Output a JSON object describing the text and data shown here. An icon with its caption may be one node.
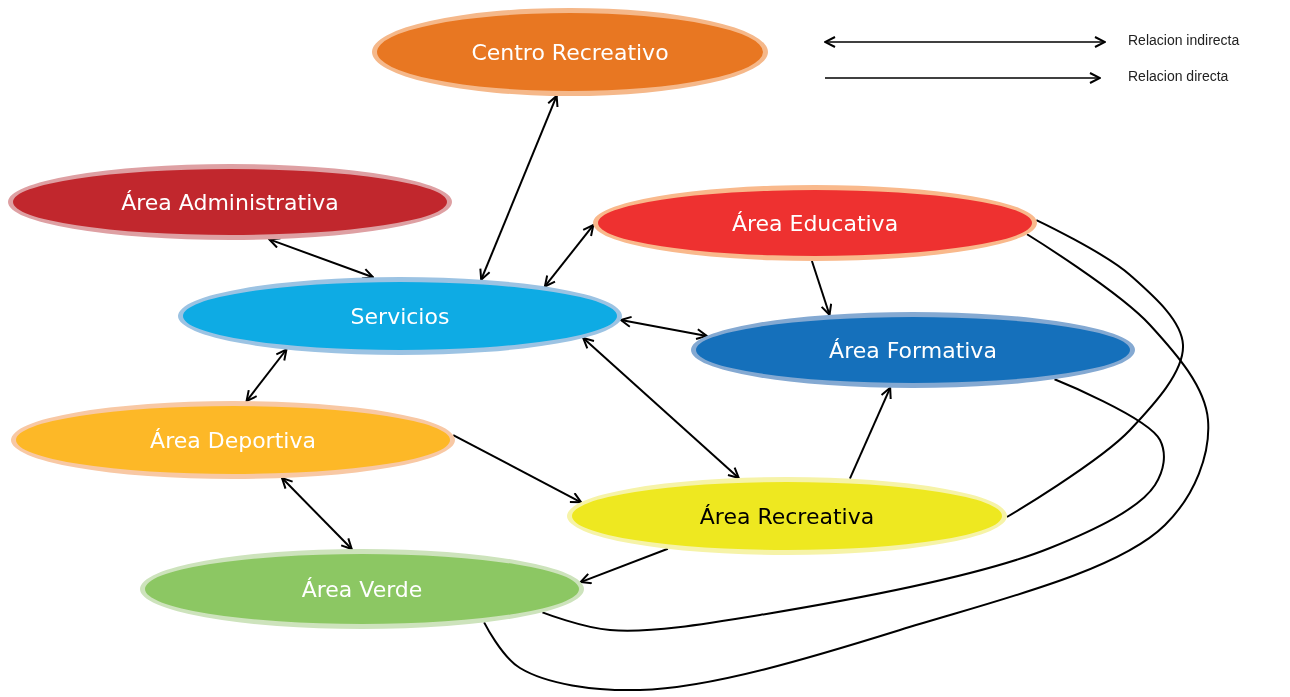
{
  "diagram": {
    "nodes": [
      {
        "text": [
          "Centro Recreativo"
        ]
      },
      {
        "text": [
          "Área Administrativa"
        ]
      },
      {
        "text": [
          "Área Educativa"
        ]
      },
      {
        "text": [
          "Servicios"
        ]
      },
      {
        "text": [
          "Área Formativa"
        ]
      },
      {
        "text": [
          "Área Deportiva"
        ]
      },
      {
        "text": [
          "Área Recreativa"
        ]
      },
      {
        "text": [
          "Área Verde"
        ]
      }
    ],
    "edges": [
      {
        "from": 3,
        "to": 0,
        "arrow": "both"
      },
      {
        "from": 1,
        "to": 3,
        "arrow": "both"
      },
      {
        "from": 3,
        "to": 2,
        "arrow": "both"
      },
      {
        "from": 2,
        "to": 4,
        "arrow": "to"
      },
      {
        "from": 3,
        "to": 4,
        "arrow": "both"
      },
      {
        "from": 3,
        "to": 6,
        "arrow": "both"
      },
      {
        "from": 3,
        "to": 5,
        "arrow": "both"
      },
      {
        "from": 5,
        "to": 6,
        "arrow": "to"
      },
      {
        "from": 6,
        "to": 4,
        "arrow": "to"
      },
      {
        "from": 5,
        "to": 7,
        "arrow": "both"
      },
      {
        "from": 6,
        "to": 7,
        "arrow": "to"
      },
      {
        "from": 2,
        "to": 6,
        "arrow": "none"
      },
      {
        "from": 2,
        "to": 7,
        "arrow": "none"
      },
      {
        "from": 4,
        "to": 7,
        "arrow": "none"
      }
    ],
    "legend": [
      {
        "text": "Relacion indirecta"
      },
      {
        "text": "Relacion directa"
      }
    ]
  }
}
